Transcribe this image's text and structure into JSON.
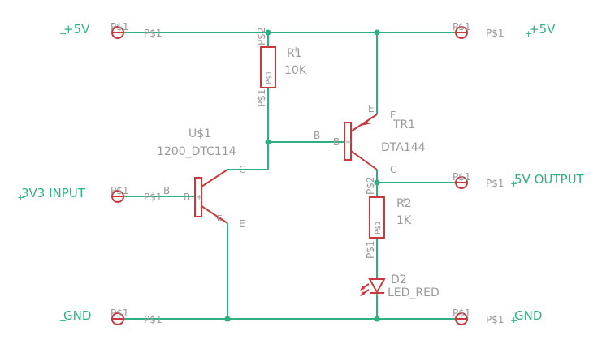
{
  "nets": {
    "vcc_left": "+5V",
    "vcc_right": "+5V",
    "input": "3V3 INPUT",
    "output": "5V OUTPUT",
    "gnd_left": "GND",
    "gnd_right": "GND"
  },
  "pads": {
    "pad_name": "P$1",
    "pad_name_2": "P$2"
  },
  "parts": {
    "r1": {
      "name": "R1",
      "value": "10K",
      "pin1": "P$1",
      "pin2": "P$2"
    },
    "r2": {
      "name": "R2",
      "value": "1K",
      "pin1": "P$1",
      "pin2": "P$2"
    },
    "u1": {
      "name": "U$1",
      "value": "1200_DTC114",
      "b": "B",
      "c": "C",
      "e": "E"
    },
    "tr1": {
      "name": "TR1",
      "value": "DTA144",
      "b": "B",
      "c": "C",
      "e": "E"
    },
    "d2": {
      "name": "D2",
      "value": "LED_RED"
    }
  },
  "colors": {
    "wire": "#2fb083",
    "symbol": "#c8393c",
    "text": "#9a9a9a"
  }
}
